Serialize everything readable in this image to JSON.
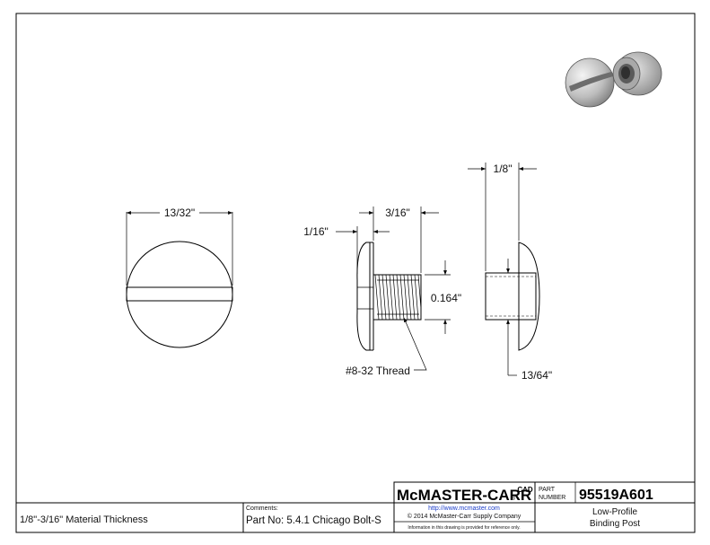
{
  "dimensions": {
    "head_diameter": "13/32\"",
    "head_height": "1/16\"",
    "thread_length": "3/16\"",
    "thread_diameter": "0.164\"",
    "thread_spec": "#8-32 Thread",
    "post_length": "1/8\"",
    "post_head": "13/64\""
  },
  "title_block": {
    "material_note": "1/8\"-3/16\" Material Thickness",
    "comments_label": "Comments:",
    "part_no_text": "Part No: 5.4.1 Chicago Bolt-S",
    "brand": "McMASTER-CARR",
    "brand_mark": "®",
    "cad_badge": "CAD",
    "url": "http://www.mcmaster.com",
    "copyright": "© 2014 McMaster-Carr Supply Company",
    "disclaimer": "Information in this drawing is provided for reference only.",
    "part_label_1": "PART",
    "part_label_2": "NUMBER",
    "part_number": "95519A601",
    "description_line1": "Low-Profile",
    "description_line2": "Binding Post"
  }
}
